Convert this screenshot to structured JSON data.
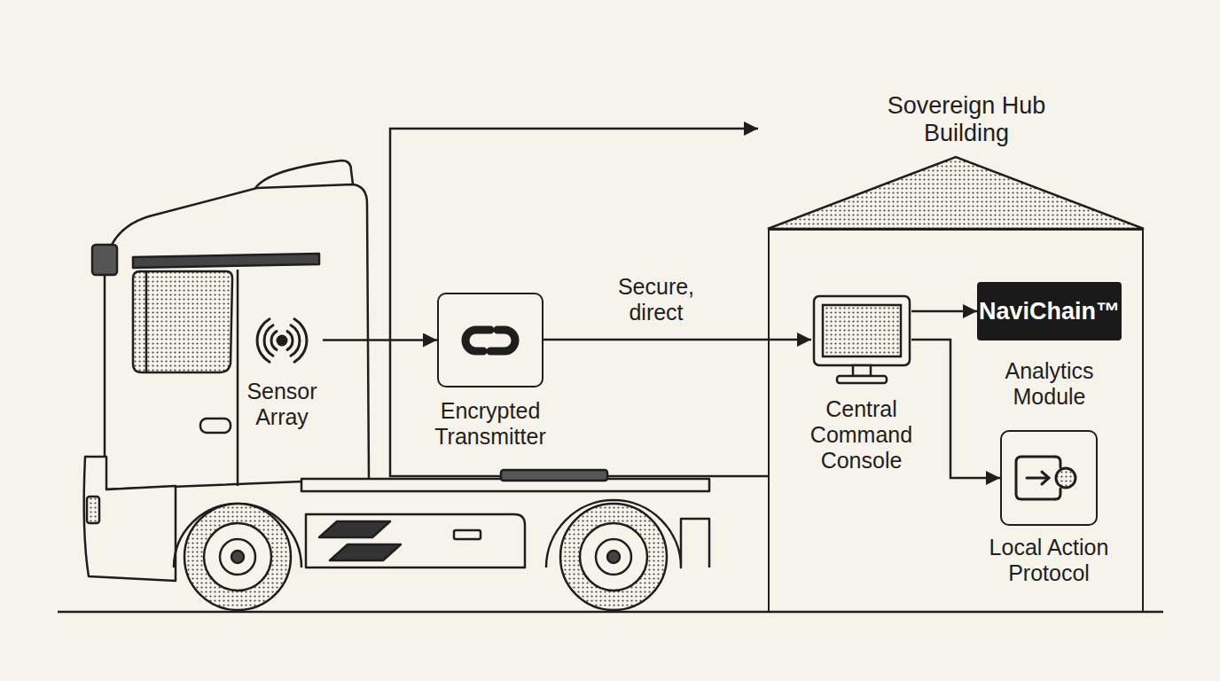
{
  "diagram": {
    "nodes": [
      {
        "text": [
          "Sensor Array"
        ]
      },
      {
        "text": [
          "Encrypted Transmitter"
        ]
      },
      {
        "text": [
          "Sovereign Hub Building"
        ]
      },
      {
        "text": [
          "Central Command Console"
        ],
        "in": 2
      },
      {
        "text": [
          "NaviChain™",
          "Analytics Module"
        ],
        "in": 2
      },
      {
        "text": [
          "Local Action Protocol"
        ],
        "in": 2
      }
    ],
    "edges": [
      {
        "from": 0,
        "to": 1,
        "arrow": "to"
      },
      {
        "from": 1,
        "to": 3,
        "label": "Secure, direct",
        "arrow": "to"
      },
      {
        "from": 3,
        "to": 4,
        "arrow": "to"
      },
      {
        "from": 3,
        "to": 5,
        "arrow": "to"
      }
    ]
  }
}
